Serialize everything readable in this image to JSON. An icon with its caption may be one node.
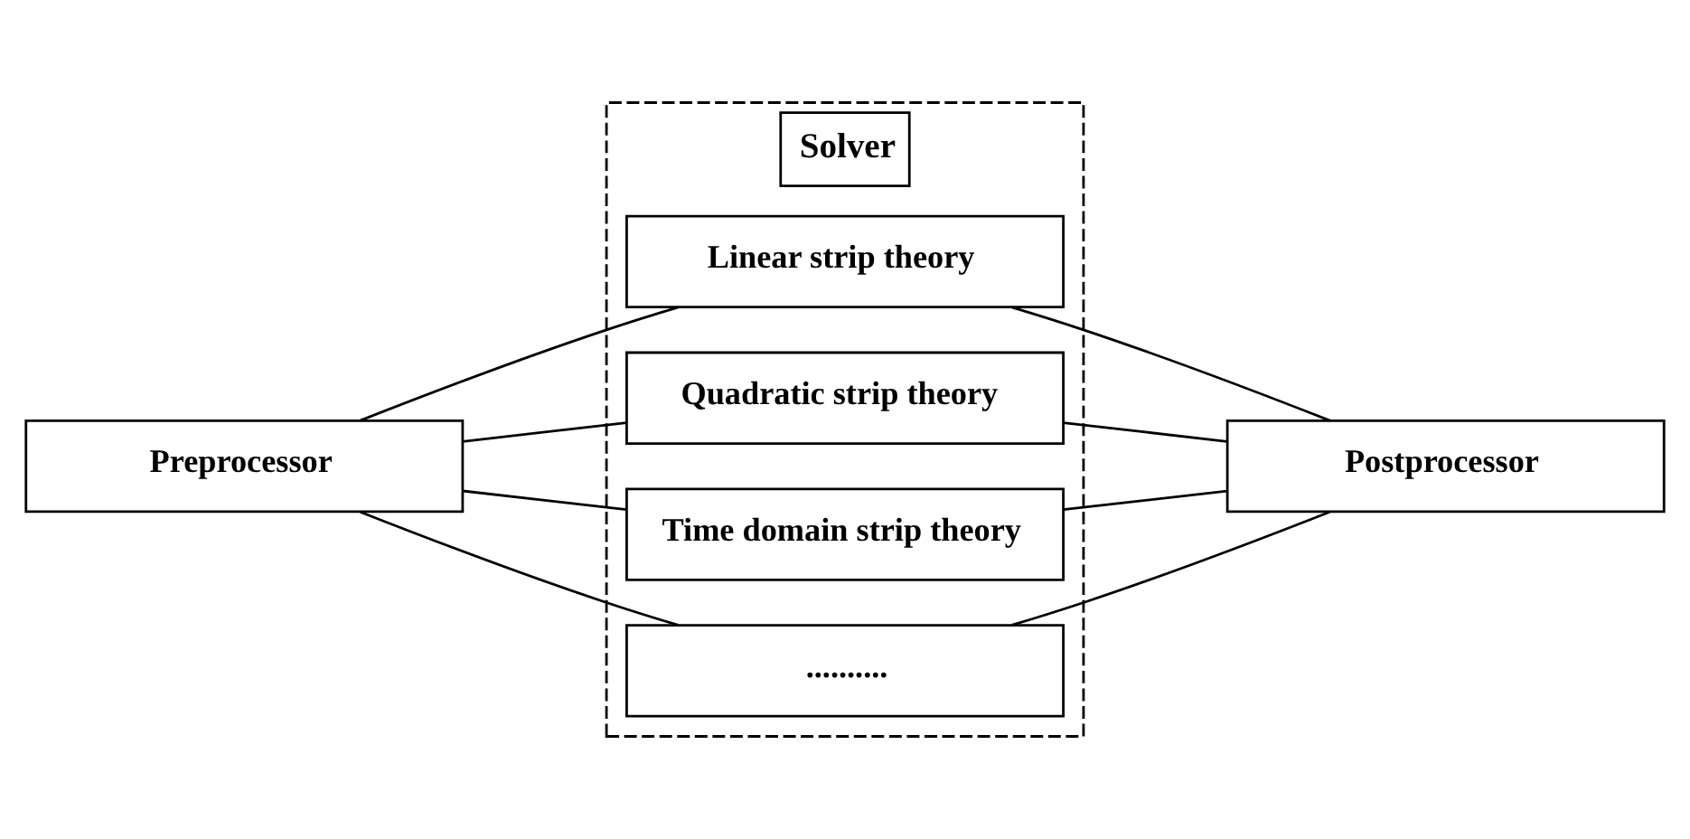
{
  "diagram": {
    "nodes": [
      {
        "text": [
          "Preprocessor"
        ]
      },
      {
        "text": [
          "Solver"
        ]
      },
      {
        "text": [
          "Linear strip theory"
        ],
        "in": 1
      },
      {
        "text": [
          "Quadratic strip theory"
        ],
        "in": 1
      },
      {
        "text": [
          "Time domain strip theory"
        ],
        "in": 1
      },
      {
        "text": [
          ".........."
        ],
        "in": 1
      },
      {
        "text": [
          "Postprocessor"
        ]
      }
    ],
    "edges": [
      {
        "from": 0,
        "to": 2,
        "arrow": "none"
      },
      {
        "from": 0,
        "to": 3,
        "arrow": "none"
      },
      {
        "from": 0,
        "to": 4,
        "arrow": "none"
      },
      {
        "from": 0,
        "to": 5,
        "arrow": "none"
      },
      {
        "from": 2,
        "to": 6,
        "arrow": "none"
      },
      {
        "from": 3,
        "to": 6,
        "arrow": "none"
      },
      {
        "from": 4,
        "to": 6,
        "arrow": "none"
      },
      {
        "from": 5,
        "to": 6,
        "arrow": "none"
      }
    ]
  }
}
